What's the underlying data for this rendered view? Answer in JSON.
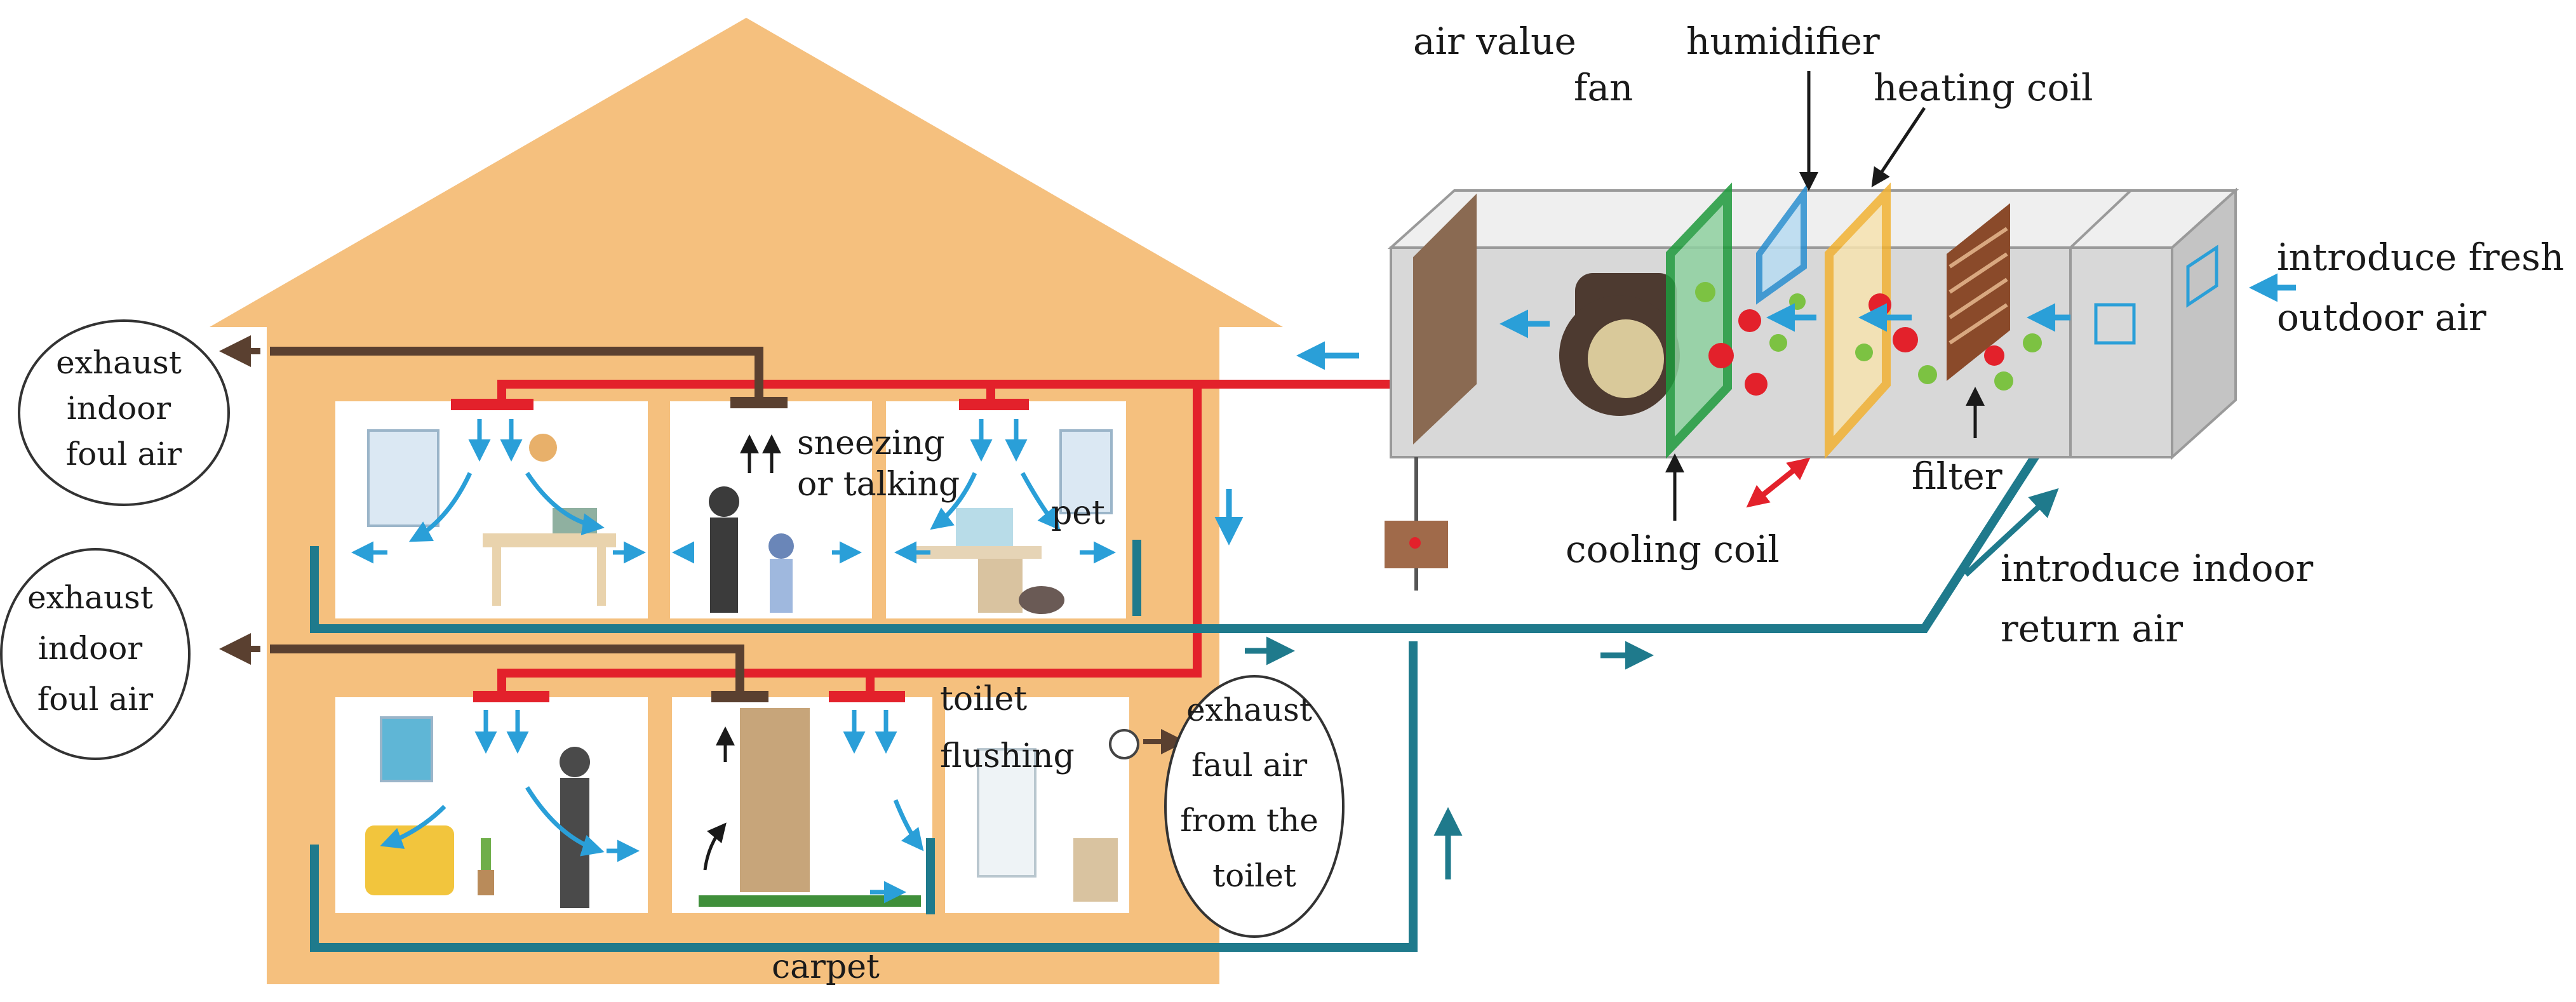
{
  "labels": {
    "exhaust_upper": [
      "exhaust",
      "indoor",
      "foul air"
    ],
    "exhaust_lower": [
      "exhaust",
      "indoor",
      "foul air"
    ],
    "exhaust_toilet": [
      "exhaust",
      "faul air",
      "from the",
      "toilet"
    ],
    "sneezing": [
      "sneezing",
      "or talking"
    ],
    "pet": "pet",
    "toilet_flushing": [
      "toilet",
      "flushing"
    ],
    "carpet": "carpet",
    "air_value": "air value",
    "fan": "fan",
    "humidifier": "humidifier",
    "heating_coil": "heating coil",
    "cooling_coil": "cooling coil",
    "filter": "filter",
    "fresh_air": [
      "introduce fresh",
      "outdoor air"
    ],
    "return_air": [
      "introduce indoor",
      "return air"
    ]
  },
  "colors": {
    "house": "#f5c07e",
    "supply_duct": "#e3212b",
    "return_duct": "#1f7a8c",
    "exhaust_duct": "#5a4030",
    "airflow_arrow": "#2a9fd8",
    "unit_body": "#d8d8d8",
    "cooling_coil": "#1e9a3c",
    "humidifier": "#2a8fd0",
    "heating_coil": "#f2b233",
    "filter": "#8a4a2a"
  }
}
